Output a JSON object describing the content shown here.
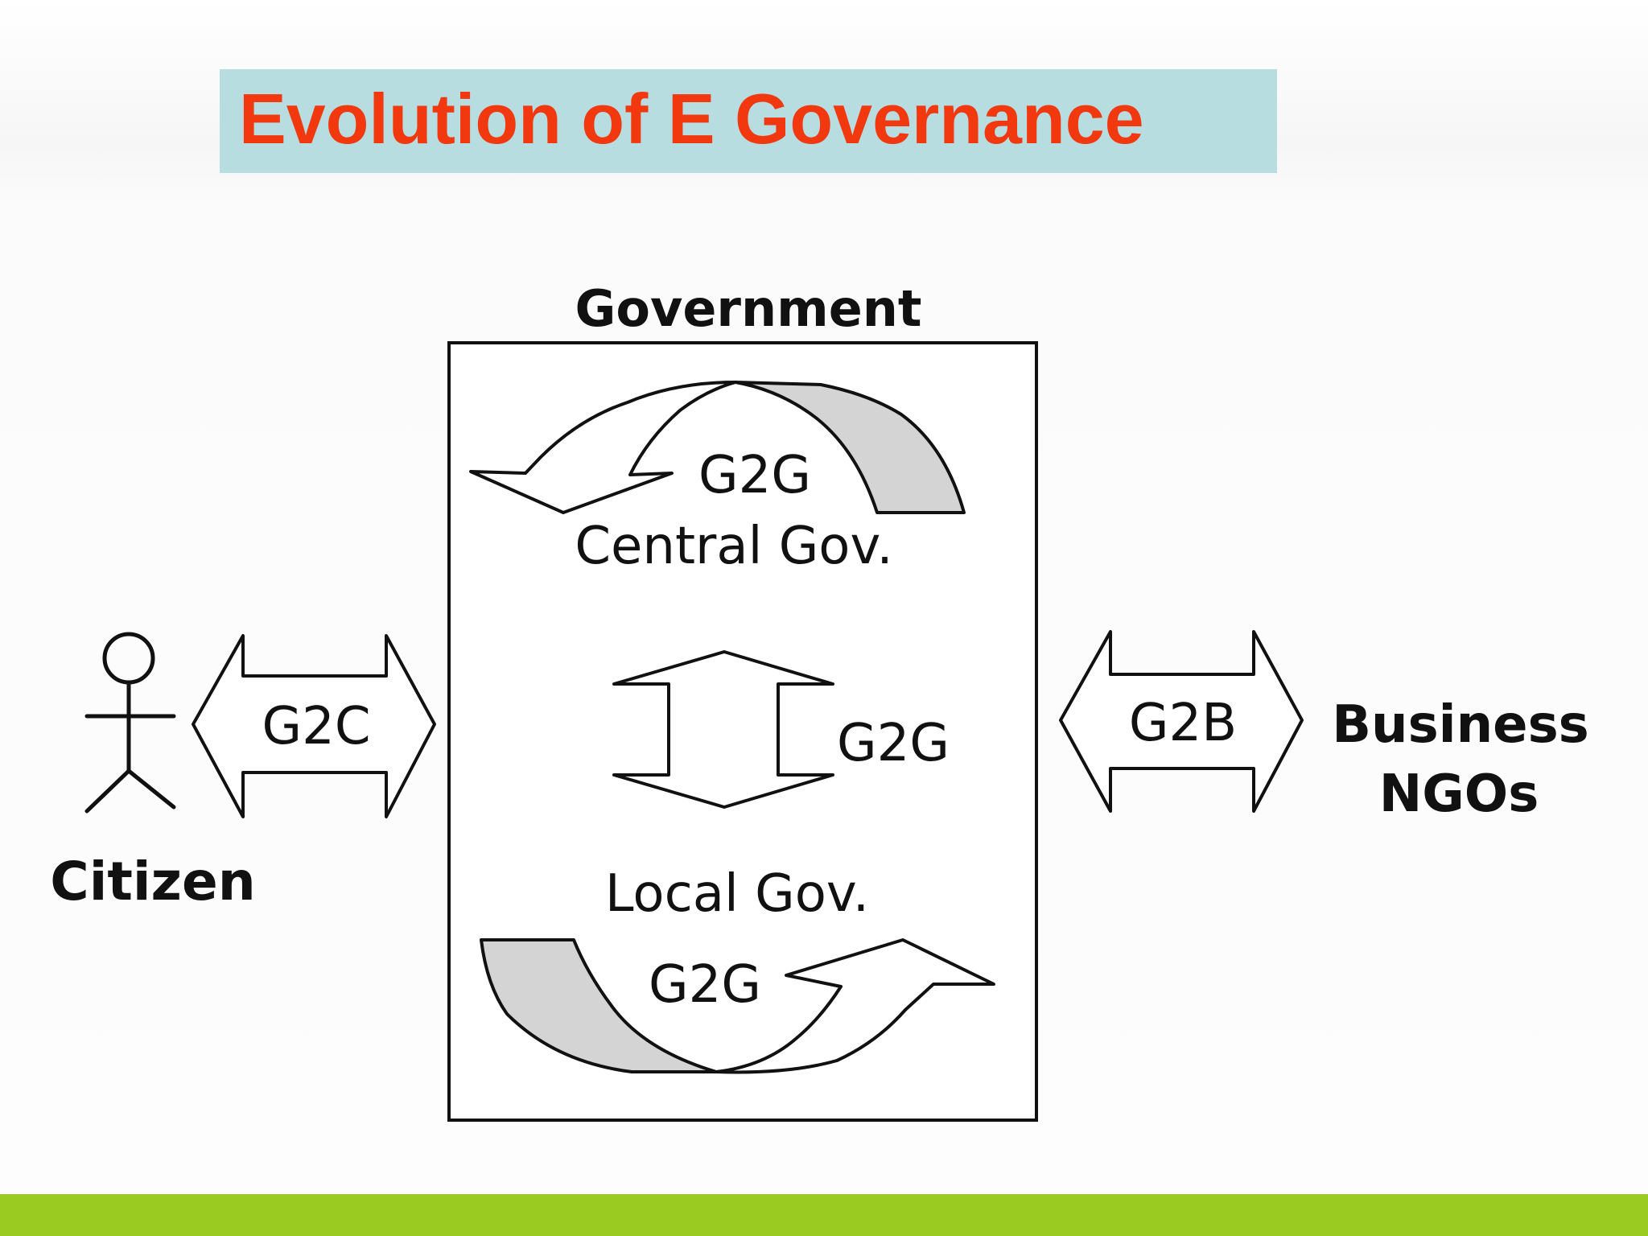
{
  "slide": {
    "title": "Evolution of E Governance",
    "accent_color": "#f1380f",
    "title_bg_color": "#b7dde0",
    "footer_color": "#9acb21"
  },
  "diagram": {
    "government_label": "Government",
    "central_label": "Central Gov.",
    "local_label": "Local Gov.",
    "g2g_top_label": "G2G",
    "g2g_middle_label": "G2G",
    "g2g_bottom_label": "G2G",
    "g2c_label": "G2C",
    "g2b_label": "G2B",
    "citizen_label": "Citizen",
    "business_label": "Business",
    "ngos_label": "NGOs"
  }
}
